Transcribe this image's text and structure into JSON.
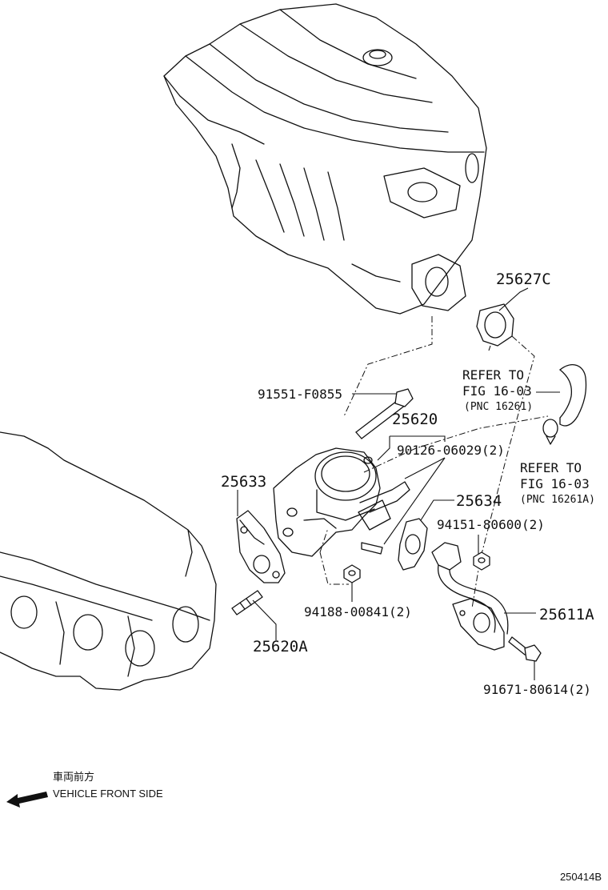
{
  "diagram": {
    "labels": {
      "p25627c": "25627C",
      "refer1_line1": "REFER TO",
      "refer1_line2": "FIG 16-03",
      "refer1_line3": "(PNC 16261)",
      "p91551": "91551-F0855",
      "p25620": "25620",
      "p90126": "90126-06029(2)",
      "refer2_line1": "REFER TO",
      "refer2_line2": "FIG 16-03",
      "refer2_line3": "(PNC 16261A)",
      "p25633": "25633",
      "p25634": "25634",
      "p94151": "94151-80600(2)",
      "p94188": "94188-00841(2)",
      "p25611a": "25611A",
      "p25620a": "25620A",
      "p91671": "91671-80614(2)"
    },
    "legend": {
      "japanese": "車両前方",
      "english": "VEHICLE FRONT SIDE"
    },
    "figure_code": "250414B"
  }
}
